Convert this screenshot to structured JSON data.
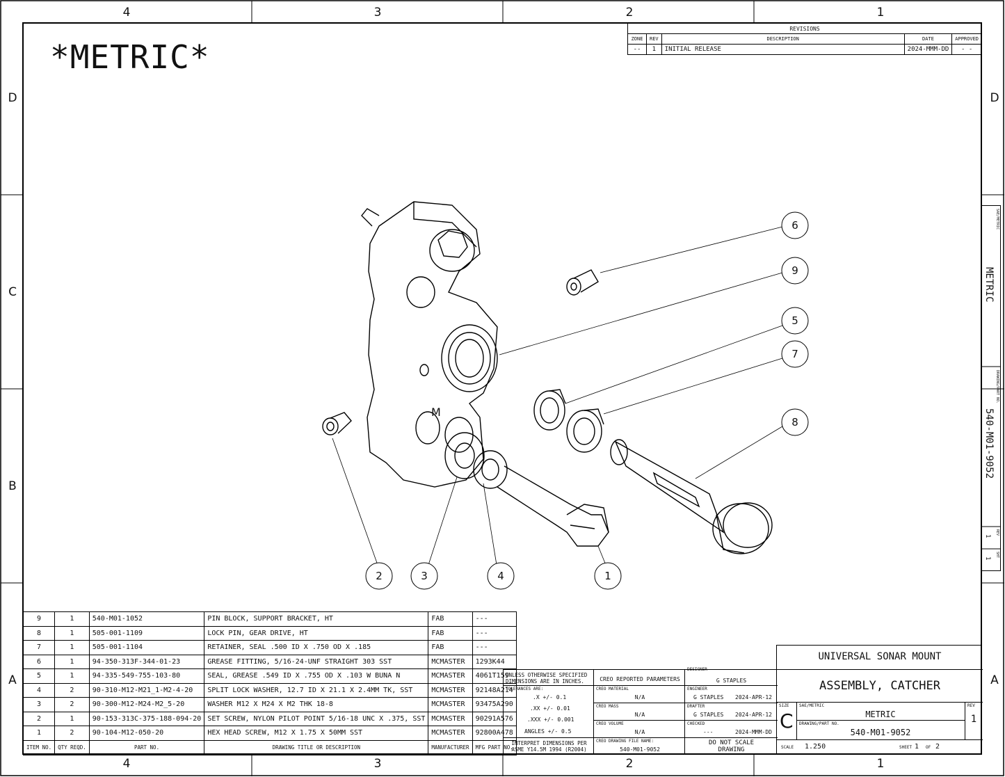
{
  "zones": {
    "columns": [
      "4",
      "3",
      "2",
      "1"
    ],
    "rows": [
      "D",
      "C",
      "B",
      "A"
    ]
  },
  "title_note": "*METRIC*",
  "revisions": {
    "title": "REVISIONS",
    "headers": [
      "ZONE",
      "REV",
      "DESCRIPTION",
      "DATE",
      "APPROVED"
    ],
    "rows": [
      [
        "--",
        "1",
        "INITIAL RELEASE",
        "2024-MMM-DD",
        "- -"
      ]
    ]
  },
  "balloons": [
    "1",
    "2",
    "3",
    "4",
    "5",
    "6",
    "7",
    "8",
    "9"
  ],
  "part_mark": "M",
  "bom": {
    "rows": [
      [
        "9",
        "1",
        "540-M01-1052",
        "PIN BLOCK, SUPPORT BRACKET, HT",
        "FAB",
        "---"
      ],
      [
        "8",
        "1",
        "505-001-1109",
        "LOCK PIN, GEAR DRIVE, HT",
        "FAB",
        "---"
      ],
      [
        "7",
        "1",
        "505-001-1104",
        "RETAINER, SEAL .500 ID X .750 OD X .185",
        "FAB",
        "---"
      ],
      [
        "6",
        "1",
        "94-350-313F-344-01-23",
        "GREASE FITTING, 5/16-24-UNF STRAIGHT 303 SST",
        "MCMASTER",
        "1293K44"
      ],
      [
        "5",
        "1",
        "94-335-549-755-103-80",
        "SEAL, GREASE .549 ID X .755 OD X .103 W BUNA N",
        "MCMASTER",
        "4061T159"
      ],
      [
        "4",
        "2",
        "90-310-M12-M21_1-M2-4-20",
        "SPLIT LOCK WASHER, 12.7 ID X 21.1 X 2.4MM TK, SST",
        "MCMASTER",
        "92148A214"
      ],
      [
        "3",
        "2",
        "90-300-M12-M24-M2_5-20",
        "WASHER M12 X M24 X M2 THK 18-8",
        "MCMASTER",
        "93475A290"
      ],
      [
        "2",
        "1",
        "90-153-313C-375-188-094-20",
        "SET SCREW, NYLON PILOT POINT 5/16-18 UNC X .375, SST",
        "MCMASTER",
        "90291A576"
      ],
      [
        "1",
        "2",
        "90-104-M12-050-20",
        "HEX HEAD SCREW, M12 X 1.75 X 50MM SST",
        "MCMASTER",
        "92800A478"
      ]
    ],
    "headers": [
      "ITEM NO.",
      "QTY REQD.",
      "PART NO.",
      "DRAWING TITLE OR DESCRIPTION",
      "MANUFACTURER",
      "MFG PART NO."
    ]
  },
  "tolerance_block": {
    "unless": "UNLESS OTHERWISE SPECIFIED DIMENSIONS ARE IN INCHES.",
    "tolerances_label": "TOLERANCES ARE:",
    "tolerances": [
      ".X +/-  0.1",
      ".XX +/-  0.01",
      ".XXX +/-  0.001",
      "ANGLES +/-  0.5"
    ],
    "interpret": "INTERPRET DIMENSIONS PER ASME Y14.5M 1994 (R2004)"
  },
  "creo_block": {
    "title": "CREO REPORTED PARAMETERS",
    "material_label": "CREO MATERIAL",
    "material": "N/A",
    "mass_label": "CREO MASS",
    "mass": "N/A",
    "volume_label": "CREO VOLUME",
    "volume": "N/A",
    "file_label": "CREO DRAWING FILE NAME:",
    "file": "540-M01-9052"
  },
  "people_block": {
    "designer_label": "DESIGNER",
    "designer": "G STAPLES",
    "engineer_label": "ENGINEER",
    "engineer": "G STAPLES",
    "engineer_date": "2024-APR-12",
    "drafter_label": "DRAFTER",
    "drafter": "G STAPLES",
    "drafter_date": "2024-APR-12",
    "checked_label": "CHECKED",
    "checked": "---",
    "checked_date": "2024-MMM-DD",
    "do_not_scale": "DO NOT SCALE DRAWING"
  },
  "title_block": {
    "project": "UNIVERSAL SONAR MOUNT",
    "title": "ASSEMBLY, CATCHER",
    "size_label": "SIZE",
    "size": "C",
    "sae_label": "SAE/METRIC",
    "sae": "METRIC",
    "rev_label": "REV",
    "rev": "1",
    "part_label": "DRAWING/PART NO.",
    "part_no": "540-M01-9052",
    "scale_label": "SCALE",
    "scale": "1.250",
    "sheet_label": "SHEET",
    "sheet": "1",
    "of_label": "OF",
    "sheets": "2"
  },
  "side_strip": {
    "sae_label": "SAE/METRIC",
    "sae": "METRIC",
    "part_label": "DRAWING/PART NO.",
    "part_no": "540-M01-9052",
    "rev_label": "REV",
    "rev": "1",
    "sht_label": "SHT",
    "sht": "1"
  }
}
